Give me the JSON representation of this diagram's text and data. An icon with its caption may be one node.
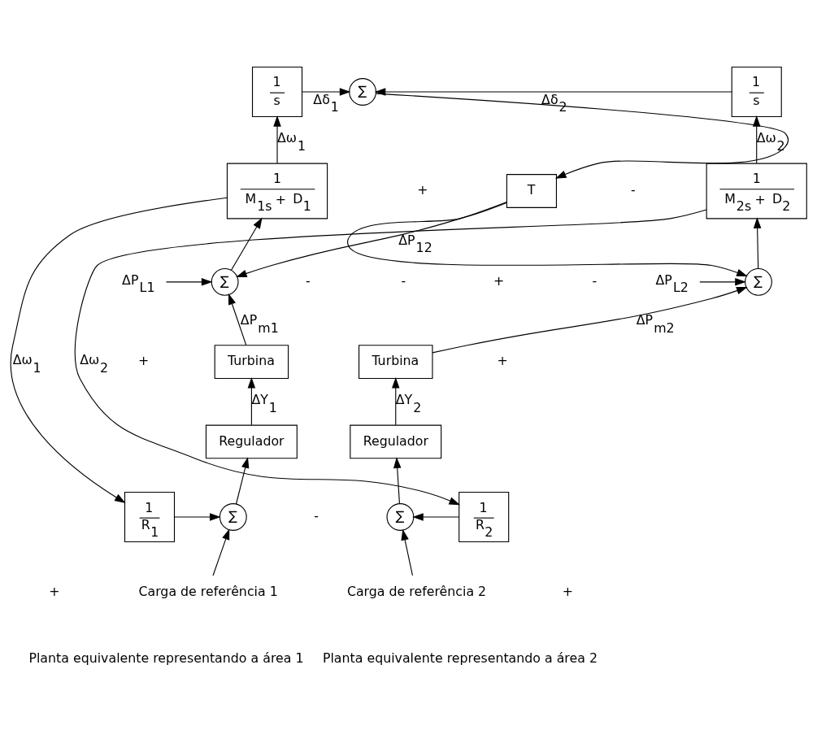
{
  "diagram": {
    "nodes": [
      {
        "text": [
          "1",
          "s"
        ]
      },
      {
        "text": [
          "∑"
        ]
      },
      {
        "text": [
          "1",
          "s"
        ]
      },
      {
        "text": [
          "1",
          "M$_{1s}$ + D$_{1}$"
        ]
      },
      {
        "text": [
          "T"
        ]
      },
      {
        "text": [
          "1",
          "M$_{2s}$ + D$_{2}$"
        ]
      },
      {
        "text": [
          "∑"
        ]
      },
      {
        "text": [
          "∑"
        ]
      },
      {
        "text": [
          "Turbina"
        ]
      },
      {
        "text": [
          "Turbina"
        ]
      },
      {
        "text": [
          "Regulador"
        ]
      },
      {
        "text": [
          "Regulador"
        ]
      },
      {
        "text": [
          "1",
          "R$_{1}$"
        ]
      },
      {
        "text": [
          "∑"
        ]
      },
      {
        "text": [
          "∑"
        ]
      },
      {
        "text": [
          "1",
          "R$_{2}$"
        ]
      },
      {
        "text": [
          "ΔP$_{L1}$"
        ]
      },
      {
        "text": [
          "ΔP$_{L2}$"
        ]
      },
      {
        "text": [
          "Carga de referência 1"
        ]
      },
      {
        "text": [
          "Carga de referência 2"
        ]
      }
    ],
    "edges": [
      {
        "from": 3,
        "to": 0,
        "arrow": "to",
        "label": "Δω$_{1}$"
      },
      {
        "from": 3,
        "to": 12,
        "arrow": "to",
        "label": "Δω$_{1}$"
      },
      {
        "from": 5,
        "to": 2,
        "arrow": "to",
        "label": "Δω$_{2}$"
      },
      {
        "from": 5,
        "to": 15,
        "arrow": "to",
        "label": "Δω$_{2}$"
      },
      {
        "from": 0,
        "to": 1,
        "arrow": "to",
        "label": "Δδ$_{1}$"
      },
      {
        "from": 2,
        "to": 1,
        "arrow": "to",
        "label": "Δδ$_{2}$"
      },
      {
        "from": 1,
        "to": 4,
        "arrow": "to"
      },
      {
        "from": 4,
        "to": 6,
        "arrow": "to",
        "label": "ΔP$_{12}$"
      },
      {
        "from": 4,
        "to": 7,
        "arrow": "to"
      },
      {
        "from": 6,
        "to": 3,
        "arrow": "to"
      },
      {
        "from": 7,
        "to": 5,
        "arrow": "to"
      },
      {
        "from": 16,
        "to": 6,
        "arrow": "to"
      },
      {
        "from": 17,
        "to": 7,
        "arrow": "to"
      },
      {
        "from": 8,
        "to": 6,
        "arrow": "to",
        "label": "ΔP$_{m1}$"
      },
      {
        "from": 9,
        "to": 7,
        "arrow": "to",
        "label": "ΔP$_{m2}$"
      },
      {
        "from": 10,
        "to": 8,
        "arrow": "to",
        "label": "ΔY$_{1}$"
      },
      {
        "from": 11,
        "to": 9,
        "arrow": "to",
        "label": "ΔY$_{2}$"
      },
      {
        "from": 13,
        "to": 10,
        "arrow": "to"
      },
      {
        "from": 14,
        "to": 11,
        "arrow": "to"
      },
      {
        "from": 12,
        "to": 13,
        "arrow": "to"
      },
      {
        "from": 15,
        "to": 14,
        "arrow": "to"
      },
      {
        "from": 18,
        "to": 13,
        "arrow": "to"
      },
      {
        "from": 19,
        "to": 14,
        "arrow": "to"
      }
    ],
    "labels": [
      "+",
      "-",
      "-",
      "-",
      "+",
      "-",
      "+",
      "+",
      "-",
      "+",
      "+",
      "Planta equivalente representando a área 1",
      "Planta equivalente representando a área 2"
    ]
  }
}
